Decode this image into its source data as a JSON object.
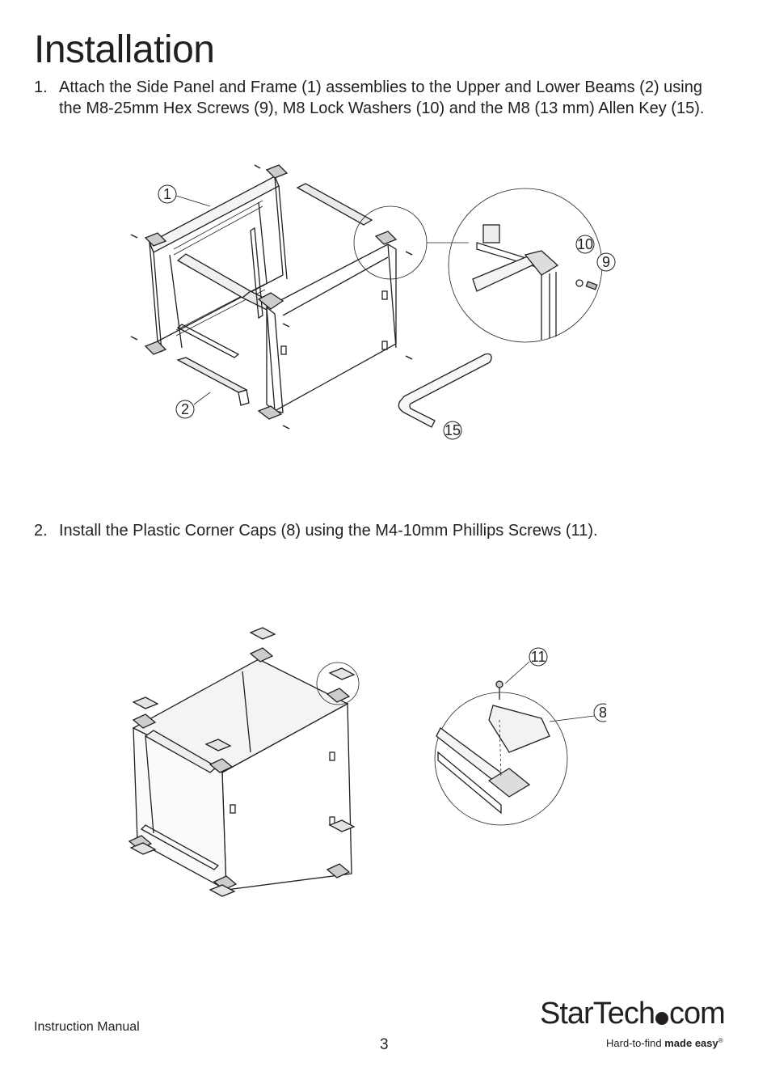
{
  "title": "Installation",
  "steps": [
    {
      "number": "1.",
      "text": "Attach the Side Panel and Frame (1) assemblies to the Upper and Lower Beams (2) using the M8-25mm Hex Screws (9), M8 Lock Washers (10) and the M8 (13 mm) Allen Key (15)."
    },
    {
      "number": "2.",
      "text": "Install the Plastic Corner Caps (8) using the M4-10mm Phillips Screws (11)."
    }
  ],
  "figure1": {
    "callouts": [
      "1",
      "2",
      "15",
      "10",
      "9"
    ]
  },
  "figure2": {
    "callouts": [
      "11",
      "8"
    ]
  },
  "footer": {
    "manual_label": "Instruction Manual",
    "page_number": "3",
    "logo_main": "StarTech",
    "logo_com": "com",
    "logo_tagline_a": "Hard-to-find ",
    "logo_tagline_b": "made easy",
    "logo_reg": "®"
  }
}
